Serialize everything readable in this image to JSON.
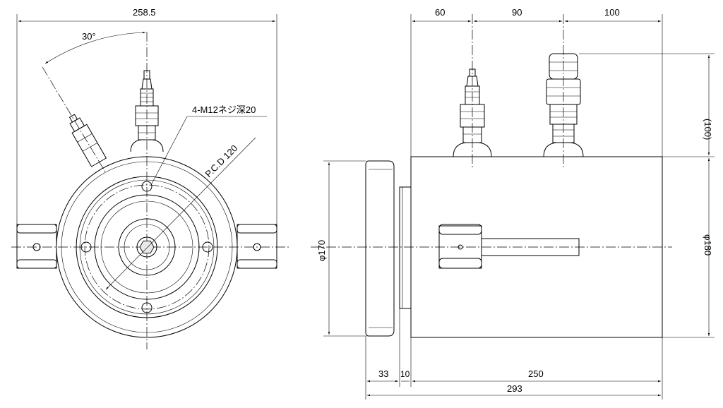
{
  "dims": {
    "d258_5": "258.5",
    "d30deg": "30°",
    "d60": "60",
    "d90": "90",
    "d100": "100",
    "d100p": "(100)",
    "d170": "φ170",
    "d180": "φ180",
    "d33": "33",
    "d10": "10",
    "d250": "250",
    "d293": "293"
  },
  "notes": {
    "thread": "4-M12ネジ深20",
    "pcd": "P.C.D 120"
  }
}
